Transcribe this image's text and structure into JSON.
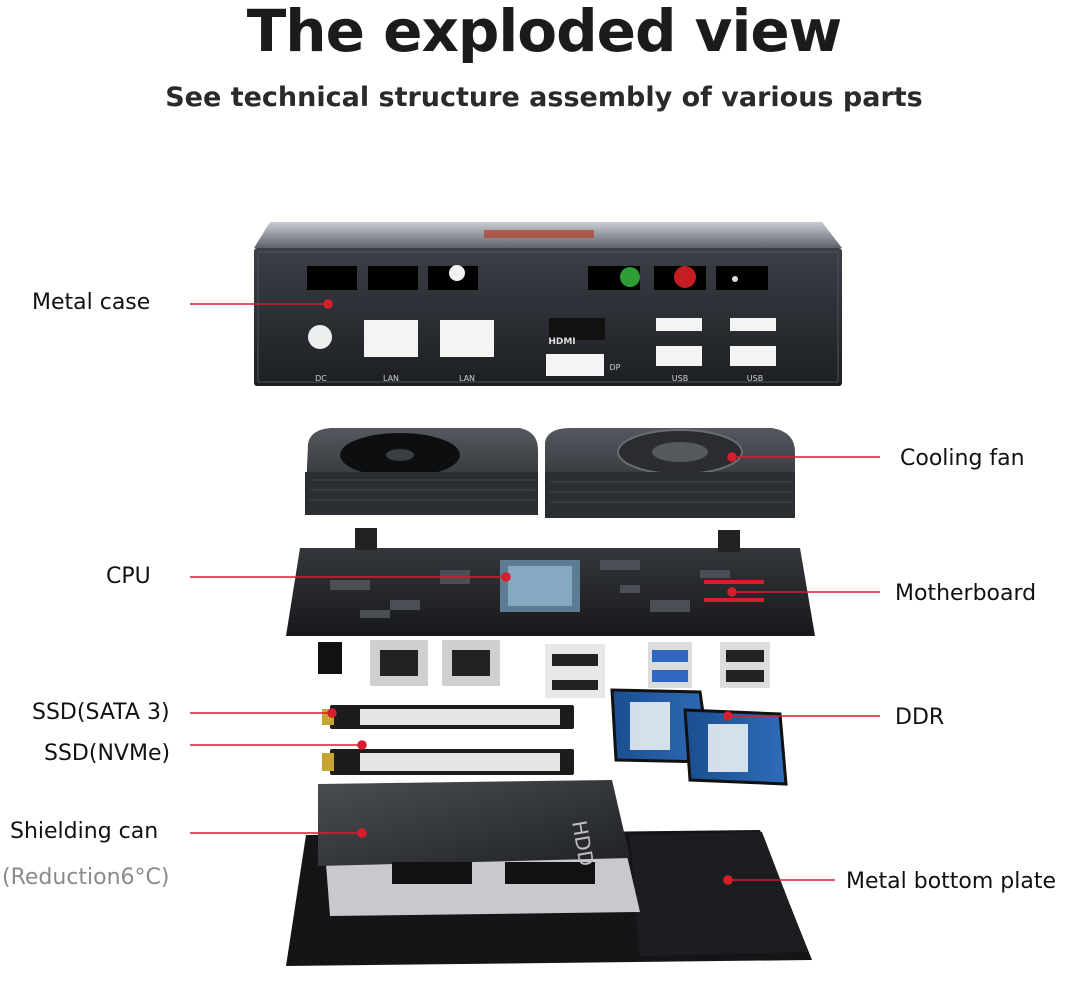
{
  "header": {
    "title": "The exploded view",
    "subtitle": "See technical structure assembly of various parts"
  },
  "callouts": {
    "metal_case": "Metal case",
    "cooling_fan": "Cooling fan",
    "cpu": "CPU",
    "motherboard": "Motherboard",
    "ssd_sata": "SSD(SATA 3)",
    "ssd_nvme": "SSD(NVMe)",
    "ddr": "DDR",
    "shielding_can": "Shielding can",
    "shielding_note": "(Reduction6°C)",
    "bottom_plate": "Metal bottom plate"
  },
  "port_labels": [
    "DC",
    "LAN",
    "LAN",
    "DP",
    "USB",
    "USB"
  ],
  "hdmi_text": "HDMI",
  "hdd_text": "HDD",
  "colors": {
    "leader_line": "#d61f2c",
    "title": "#1b1b1b",
    "note": "#8a8a8a"
  }
}
